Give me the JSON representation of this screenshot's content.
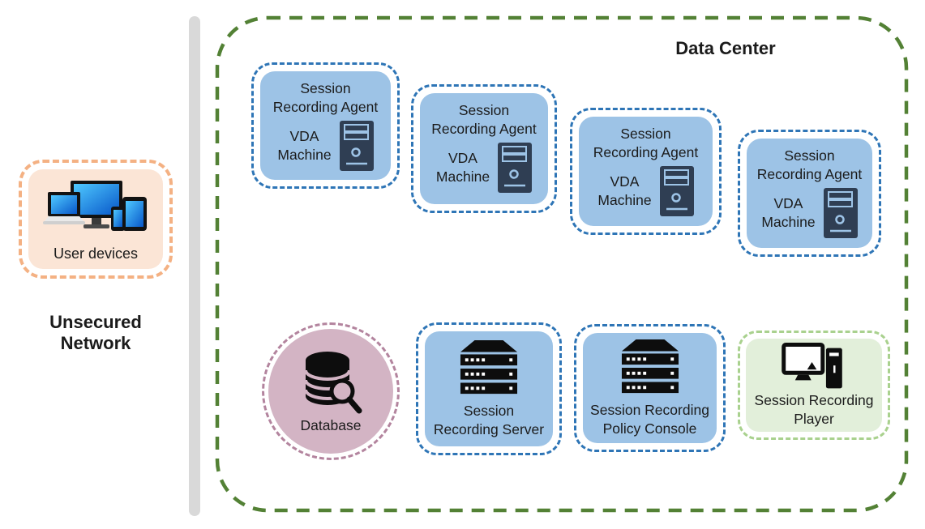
{
  "left_panel": {
    "user_devices_label": "User devices",
    "network_lines": [
      "Unsecured",
      "Network"
    ]
  },
  "data_center": {
    "label": "Data Center",
    "agents": [
      {
        "title_lines": [
          "Session",
          "Recording Agent"
        ],
        "machine_lines": [
          "VDA",
          "Machine"
        ]
      },
      {
        "title_lines": [
          "Session",
          "Recording Agent"
        ],
        "machine_lines": [
          "VDA",
          "Machine"
        ]
      },
      {
        "title_lines": [
          "Session",
          "Recording Agent"
        ],
        "machine_lines": [
          "VDA",
          "Machine"
        ]
      },
      {
        "title_lines": [
          "Session",
          "Recording Agent"
        ],
        "machine_lines": [
          "VDA",
          "Machine"
        ]
      }
    ],
    "database": {
      "label": "Database"
    },
    "server": {
      "label_lines": [
        "Session",
        "Recording Server"
      ]
    },
    "policy_console": {
      "label_lines": [
        "Session Recording",
        "Policy Console"
      ]
    },
    "player": {
      "label_lines": [
        "Session Recording",
        "Player"
      ]
    }
  },
  "icons": {
    "user_devices": "devices-cluster-icon",
    "vda_machine": "tower-pc-icon",
    "server": "server-rack-icon",
    "policy_console": "server-rack-icon",
    "database": "database-search-icon",
    "player": "desktop-computer-icon"
  },
  "colors": {
    "agent_fill": "#9dc3e6",
    "agent_border": "#2e75b6",
    "dc_border": "#538135",
    "player_fill": "#e2efda",
    "player_border": "#a9d18e",
    "db_fill": "#d3b4c4",
    "db_border": "#b3849e",
    "peach_fill": "#fbe5d6",
    "peach_border": "#f4b183",
    "divider": "#d9d9d9",
    "tower_dark": "#2f3e53",
    "icon_black": "#0d0d0d"
  }
}
